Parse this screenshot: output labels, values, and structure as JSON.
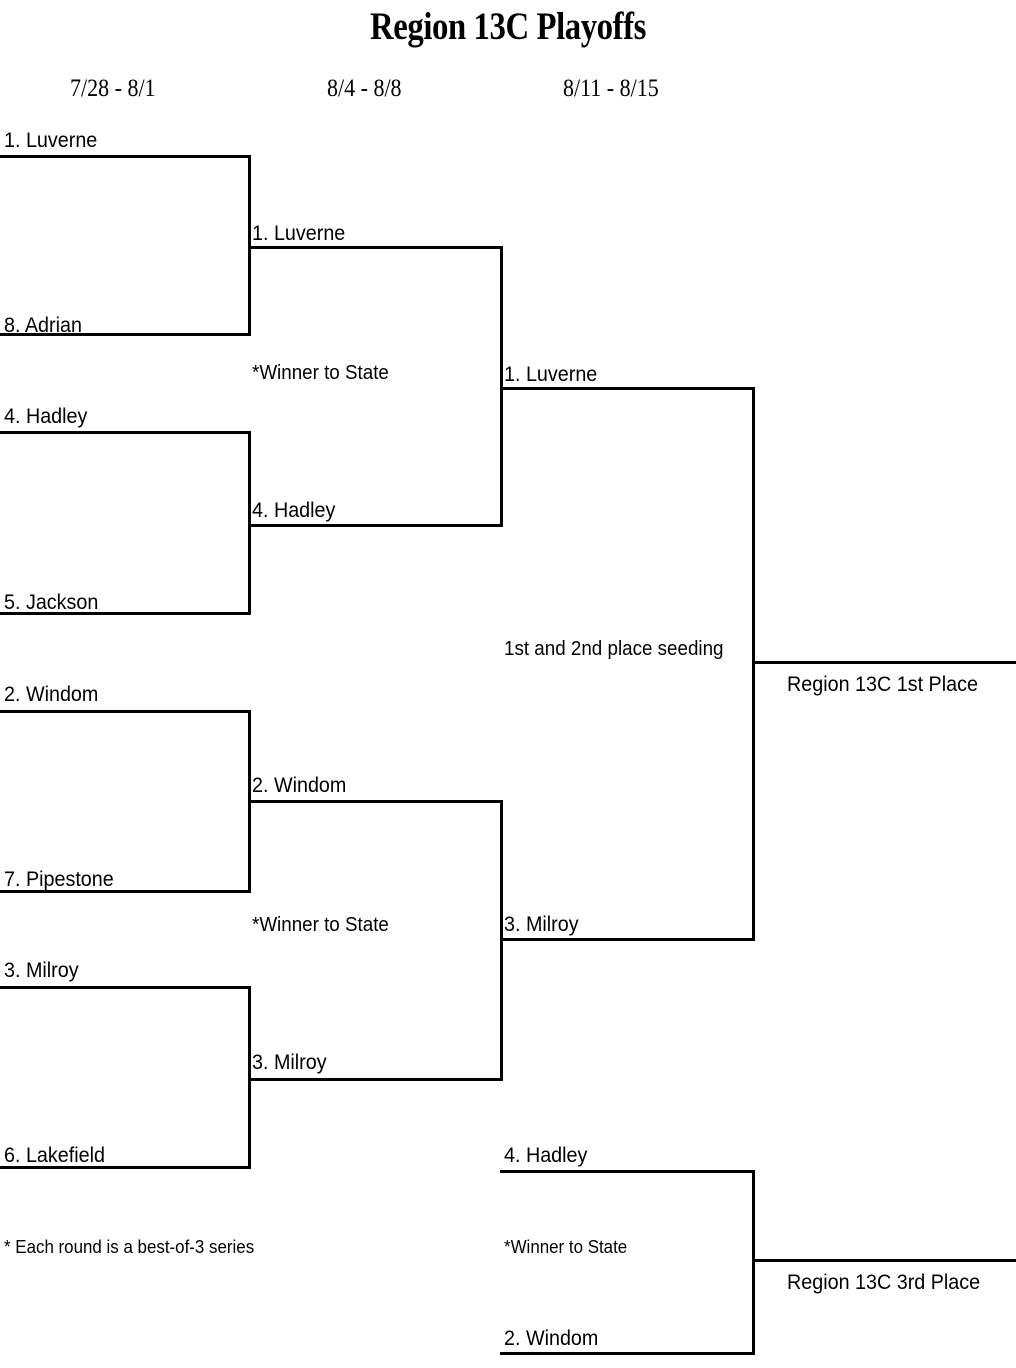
{
  "header": {
    "title": "Region 13C Playoffs",
    "rounds": [
      {
        "label": "7/28 - 8/1"
      },
      {
        "label": "8/4 - 8/8"
      },
      {
        "label": "8/11 - 8/15"
      }
    ]
  },
  "round1": {
    "matches": [
      {
        "top": "1. Luverne",
        "bottom": "8. Adrian"
      },
      {
        "top": "4. Hadley",
        "bottom": "5. Jackson"
      },
      {
        "top": "2. Windom",
        "bottom": "7. Pipestone"
      },
      {
        "top": "3. Milroy",
        "bottom": "6. Lakefield"
      }
    ]
  },
  "round2": {
    "matches": [
      {
        "top": "1. Luverne",
        "bottom": "4. Hadley",
        "note": "*Winner to State"
      },
      {
        "top": "2. Windom",
        "bottom": "3. Milroy",
        "note": "*Winner to State"
      }
    ]
  },
  "round3": {
    "match": {
      "top": "1. Luverne",
      "bottom": "3. Milroy",
      "note": "1st and 2nd place seeding"
    }
  },
  "consolation": {
    "match": {
      "top": "4. Hadley",
      "bottom": "2. Windom",
      "note": "*Winner to State"
    }
  },
  "results": {
    "first_place": "Region 13C 1st Place",
    "third_place": "Region 13C 3rd Place"
  },
  "footnote": "* Each round is a best-of-3 series",
  "colors": {
    "line": "#000000",
    "text": "#000000",
    "background": "#ffffff"
  }
}
